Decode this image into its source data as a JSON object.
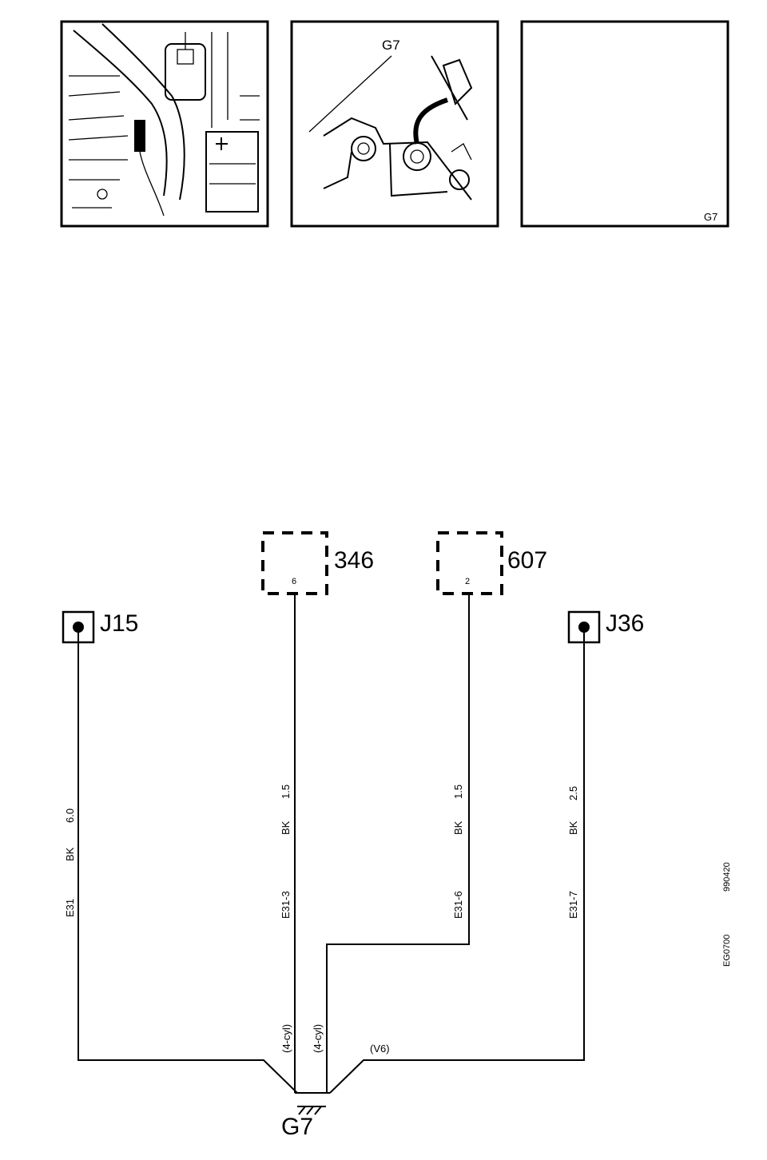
{
  "photos": {
    "panel_2_label": "G7",
    "panel_3_label": "G7"
  },
  "components": {
    "c346": {
      "id": "346",
      "pin": "6"
    },
    "c607": {
      "id": "607",
      "pin": "2"
    }
  },
  "splices": {
    "j15": "J15",
    "j36": "J36"
  },
  "wires": {
    "w1": {
      "circuit": "E31",
      "color": "BK",
      "gauge": "6.0"
    },
    "w2": {
      "circuit": "E31-3",
      "color": "BK",
      "gauge": "1.5"
    },
    "w3": {
      "circuit": "E31-6",
      "color": "BK",
      "gauge": "1.5"
    },
    "w4": {
      "circuit": "E31-7",
      "color": "BK",
      "gauge": "2.5"
    }
  },
  "variants": {
    "four_cyl_a": "(4-cyl)",
    "four_cyl_b": "(4-cyl)",
    "v6": "(V6)"
  },
  "ground": "G7",
  "codes": {
    "doc_code": "EG0700",
    "date_code": "990420"
  }
}
